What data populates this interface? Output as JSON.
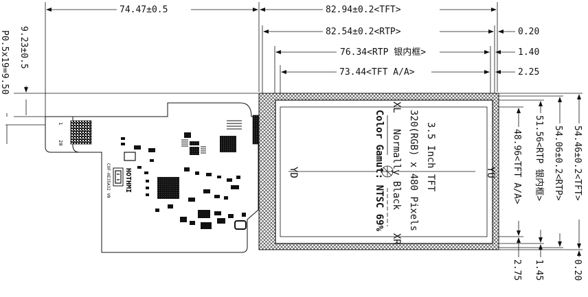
{
  "dimensions": {
    "fpc_length": "74.47±0.5",
    "tft_width": "82.94±0.2<TFT>",
    "rtp_width": "82.54±0.2<RTP>",
    "rtp_frame_width": "76.34<RTP 银内框>",
    "aa_width": "73.44<TFT A/A>",
    "right_offset_1": "0.20",
    "right_offset_2": "1.40",
    "right_offset_3": "2.25",
    "fpc_offset": "9.23±0.5",
    "pin_pitch": "P0.5x19=9.50",
    "tft_height": "54.46±0.2<TFT>",
    "rtp_height": "54.06±0.2<RTP>",
    "rtp_frame_height": "51.56<RTP 银内框>",
    "aa_height": "48.96<TFT A/A>",
    "bottom_offset_1": "0.20",
    "bottom_offset_2": "1.45",
    "bottom_offset_3": "2.75"
  },
  "display": {
    "line1": "3.5 Inch TFT",
    "line2": "320(RGB) x 480 Pixels",
    "line3": "Normally Black",
    "line4": "Color Gamut: NTSC 69%",
    "xl": "XL",
    "xr": "XR",
    "yd": "YD",
    "yu": "YU"
  },
  "pcb": {
    "brand": "HOTHMI",
    "model": "COF-HI35A32 V0",
    "pin_first": "1",
    "pin_last": "20"
  }
}
